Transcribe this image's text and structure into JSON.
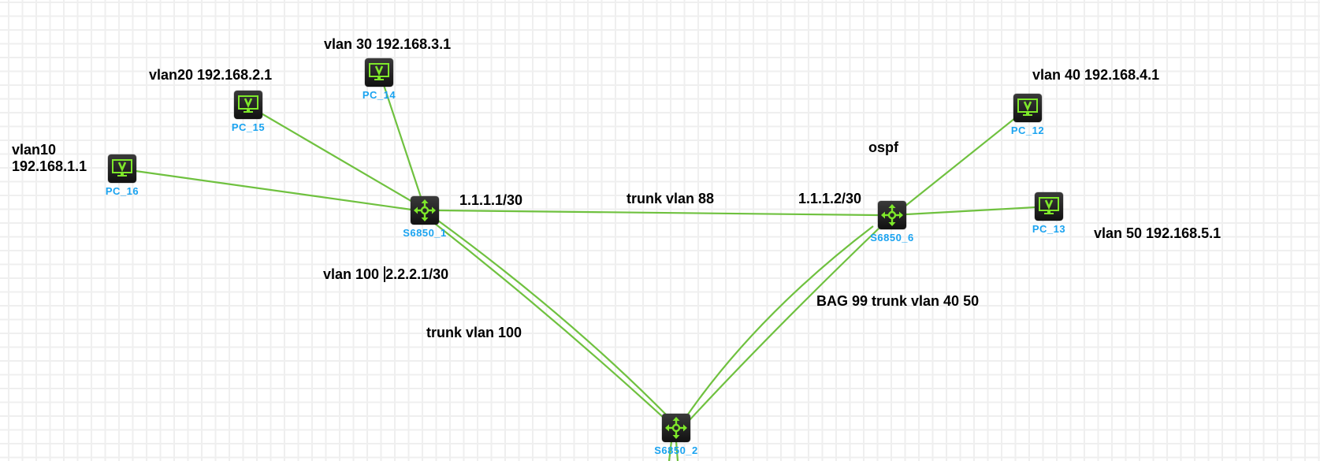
{
  "colors": {
    "link": "#6fc13f",
    "node_label": "#1aa3f0",
    "icon_green": "#7ee82a",
    "grid": "#efefef"
  },
  "nodes": [
    {
      "id": "PC_16",
      "type": "pc",
      "label": "PC_16",
      "icon": "monitor-icon"
    },
    {
      "id": "PC_15",
      "type": "pc",
      "label": "PC_15",
      "icon": "monitor-icon"
    },
    {
      "id": "PC_14",
      "type": "pc",
      "label": "PC_14",
      "icon": "monitor-icon"
    },
    {
      "id": "S6850_1",
      "type": "switch",
      "label": "S6850_1",
      "icon": "switch-arrows-icon"
    },
    {
      "id": "S6850_6",
      "type": "switch",
      "label": "S6850_6",
      "icon": "switch-arrows-icon"
    },
    {
      "id": "S6850_2",
      "type": "switch",
      "label": "S6850_2",
      "icon": "switch-arrows-icon"
    },
    {
      "id": "PC_12",
      "type": "pc",
      "label": "PC_12",
      "icon": "monitor-icon"
    },
    {
      "id": "PC_13",
      "type": "pc",
      "label": "PC_13",
      "icon": "monitor-icon"
    }
  ],
  "links": [
    {
      "from": "PC_16",
      "to": "S6850_1"
    },
    {
      "from": "PC_15",
      "to": "S6850_1"
    },
    {
      "from": "PC_14",
      "to": "S6850_1"
    },
    {
      "from": "S6850_1",
      "to": "S6850_6"
    },
    {
      "from": "S6850_1",
      "to": "S6850_2"
    },
    {
      "from": "S6850_1",
      "to": "S6850_2"
    },
    {
      "from": "S6850_6",
      "to": "S6850_2"
    },
    {
      "from": "S6850_6",
      "to": "S6850_2"
    },
    {
      "from": "S6850_6",
      "to": "PC_12"
    },
    {
      "from": "S6850_6",
      "to": "PC_13"
    },
    {
      "from": "S6850_2",
      "to": "offscreen"
    },
    {
      "from": "S6850_2",
      "to": "offscreen"
    }
  ],
  "annotations": {
    "pc16": "vlan10\n192.168.1.1",
    "pc15": "vlan20 192.168.2.1",
    "pc14": "vlan 30 192.168.3.1",
    "s1_ip": "1.1.1.1/30",
    "trunk88": "trunk vlan 88",
    "s6_ip": "1.1.1.2/30",
    "ospf": "ospf",
    "pc12": "vlan 40 192.168.4.1",
    "pc13": "vlan 50 192.168.5.1",
    "vlan100_prefix": "vlan 100 ",
    "vlan100_ip": "2.2.2.1/30",
    "trunk100": "trunk vlan 100",
    "bag99": "BAG 99 trunk vlan 40 50"
  }
}
